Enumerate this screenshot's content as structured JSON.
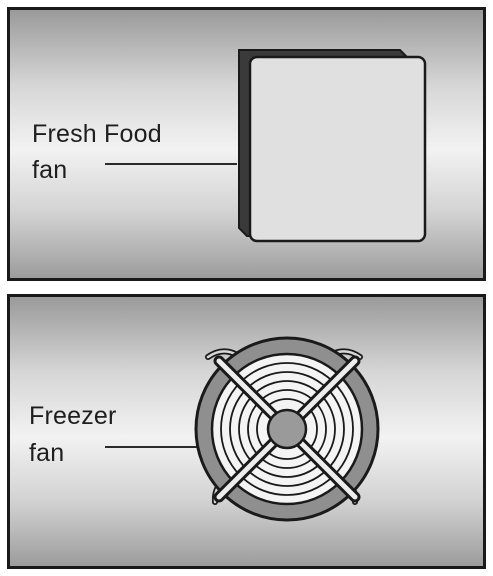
{
  "fresh_food": {
    "label_line1": "Fresh Food",
    "label_line2": "fan"
  },
  "freezer": {
    "label_line1": "Freezer",
    "label_line2": "fan"
  },
  "colors": {
    "outline": "#1a1a1a",
    "cover_face": "#e0e0e0",
    "cover_shadow": "#3a3a3a",
    "fan_ring": "#8f8f8f",
    "fan_face": "#f4f4f4",
    "hub": "#9a9a9a"
  }
}
